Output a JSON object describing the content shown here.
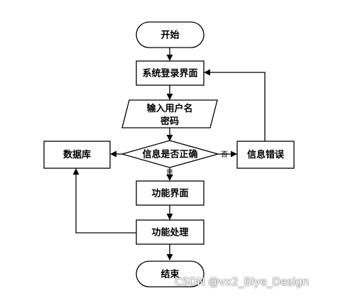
{
  "nodes": {
    "start": "开始",
    "login": "系统登录界面",
    "input_line1": "输入用户名",
    "input_line2": "密码",
    "check": "信息是否正确",
    "database": "数据库",
    "error": "信息错误",
    "function_ui": "功能界面",
    "function_proc": "功能处理",
    "end": "结束"
  },
  "edges": {
    "yes": "是",
    "no": "否"
  },
  "watermark": "CSDN @vx2_Biye_Design"
}
